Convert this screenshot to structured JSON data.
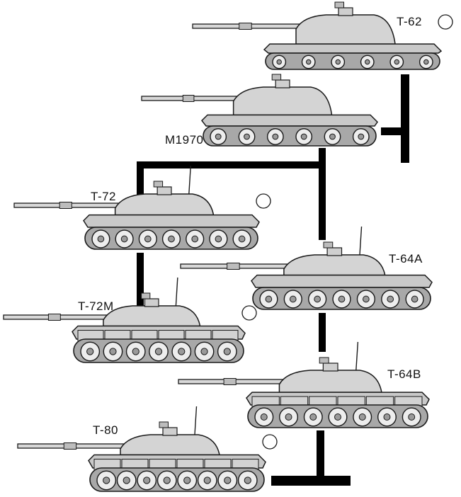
{
  "tanks": [
    {
      "id": "t62",
      "label": "T-62"
    },
    {
      "id": "m1970",
      "label": "M1970"
    },
    {
      "id": "t72",
      "label": "T-72"
    },
    {
      "id": "t64a",
      "label": "T-64A"
    },
    {
      "id": "t72m",
      "label": "T-72M"
    },
    {
      "id": "t64b",
      "label": "T-64B"
    },
    {
      "id": "t80",
      "label": "T-80"
    }
  ],
  "colors": {
    "hull": "#c9c9c9",
    "turret": "#d4d4d4",
    "outline": "#1a1a1a",
    "wheel": "#ededed",
    "connector": "#000000"
  }
}
